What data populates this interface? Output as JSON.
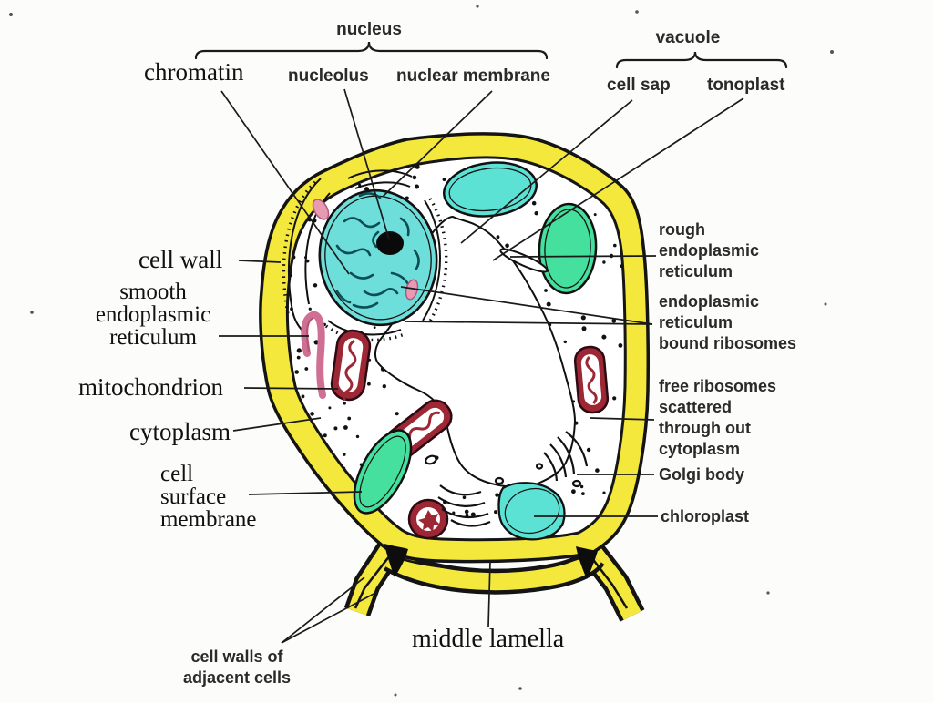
{
  "labels": {
    "nucleus": "nucleus",
    "chromatin": "chromatin",
    "nucleolus": "nucleolus",
    "nuclear_membrane": "nuclear membrane",
    "vacuole": "vacuole",
    "cell_sap": "cell sap",
    "tonoplast": "tonoplast",
    "cell_wall": "cell wall",
    "smooth_er": "smooth\nendoplasmic\nreticulum",
    "mitochondrion": "mitochondrion",
    "cytoplasm": "cytoplasm",
    "cell_surface_membrane": "cell\nsurface\nmembrane",
    "rough_er": "rough\nendoplasmic\nreticulum",
    "er_bound_ribosomes": "endoplasmic\nreticulum\nbound ribosomes",
    "free_ribosomes": "free ribosomes\nscattered\nthrough out\ncytoplasm",
    "golgi_body": "Golgi body",
    "chloroplast": "chloroplast",
    "middle_lamella": "middle lamella",
    "adjacent_cell_walls": "cell walls of\nadjacent cells"
  },
  "colors": {
    "cell_wall_yellow": "#F4E83C",
    "nucleus_cyan": "#6EDEDA",
    "chloroplast_green": "#45E09D",
    "chloroplast_cyan": "#5CE1D5",
    "mitochondrion_red": "#9D2734",
    "smooth_er_pink": "#CE6F93",
    "outline_black": "#141414"
  }
}
